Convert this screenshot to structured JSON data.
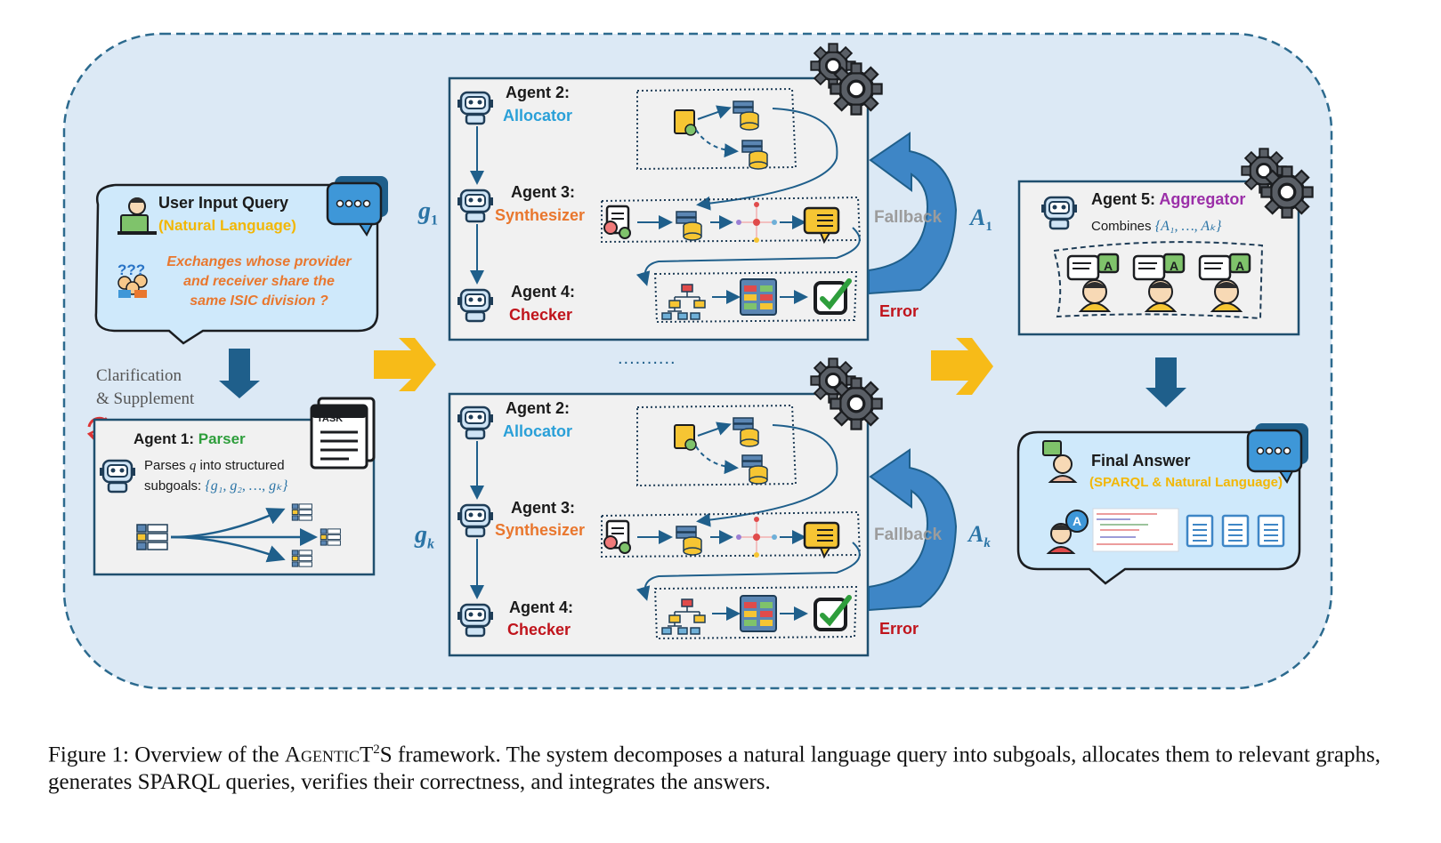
{
  "input_box": {
    "title": "User Input Query",
    "subtitle": "(Natural Language)",
    "question_marks": "???",
    "question_line1": "Exchanges whose provider",
    "question_line2": "and receiver share the",
    "question_line3": "same ISIC division ?"
  },
  "clarify": {
    "line1": "Clarification",
    "line2": "& Supplement"
  },
  "parser": {
    "agent_label": "Agent 1:",
    "role": "Parser",
    "desc_line1_pre": "Parses ",
    "desc_q": "q",
    "desc_line1_post": " into structured",
    "desc_line2": "subgoals: ",
    "subgoal_set": "{g₁, g₂, …, gₖ}",
    "task_label": "TASK"
  },
  "pipeline_top": {
    "graph_label": "g",
    "graph_sub": "1",
    "answer_label": "A",
    "answer_sub": "1",
    "agent2": {
      "label": "Agent  2:",
      "role": "Allocator"
    },
    "agent3": {
      "label": "Agent 3:",
      "role": "Synthesizer"
    },
    "agent4": {
      "label": "Agent 4:",
      "role": "Checker"
    },
    "fallback": "Fallback",
    "error": "Error"
  },
  "pipeline_bottom": {
    "graph_label": "g",
    "graph_sub": "k",
    "answer_label": "A",
    "answer_sub": "k",
    "agent2": {
      "label": "Agent  2:",
      "role": "Allocator"
    },
    "agent3": {
      "label": "Agent 3:",
      "role": "Synthesizer"
    },
    "agent4": {
      "label": "Agent 4:",
      "role": "Checker"
    },
    "fallback": "Fallback",
    "error": "Error"
  },
  "ellipsis": "..........",
  "aggregator": {
    "agent_label": "Agent  5:",
    "role": "Aggregator",
    "desc": "Combines ",
    "answer_set": "{A₁, …, Aₖ}",
    "bubble_letter": "A"
  },
  "final": {
    "title": "Final Answer",
    "subtitle": "(SPARQL & Natural Language)",
    "avatar_letter": "A"
  },
  "caption": {
    "prefix": "Figure 1: Overview of the ",
    "name_a": "Agentic",
    "name_t": "T",
    "name_sup": "2",
    "name_s": "S",
    "rest": " framework. The system decomposes a natural language query into subgoals, allocates them to relevant graphs, generates SPARQL queries, verifies their correctness, and integrates the answers."
  },
  "colors": {
    "panel_bg": "#dce9f5",
    "panel_border": "#2c6a8e",
    "box_border": "#1f4f6e",
    "blue_text": "#2aa0d8",
    "orange_text": "#e9772e",
    "red_text": "#c0141c",
    "green_text": "#2e9e3c",
    "yellow_text": "#f2b705",
    "purple_text": "#9b2fa8",
    "arrow_yellow": "#f7bb18",
    "arrow_blue": "#1f5f8b"
  }
}
